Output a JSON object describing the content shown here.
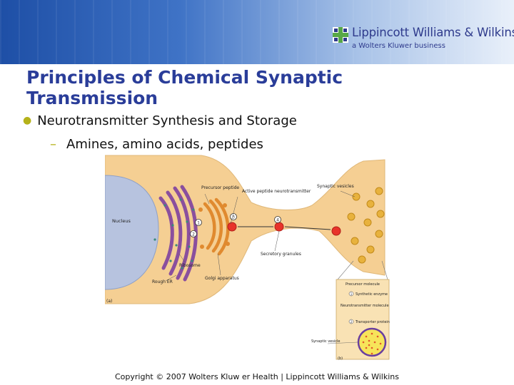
{
  "header": {
    "logo_name": "Lippincott Williams & Wilkins",
    "logo_sub": "a Wolters Kluwer business"
  },
  "slide": {
    "title": "Principles of Chemical Synaptic Transmission",
    "bullet": "Neurotransmitter Synthesis and Storage",
    "sub_bullet": "Amines, amino acids, peptides"
  },
  "figure": {
    "labels": {
      "precursor_peptide": "Precursor peptide",
      "active_peptide": "Active peptide neurotransmitter",
      "synaptic_vesicles": "Synaptic vesicles",
      "nucleus": "Nucleus",
      "ribosome": "Ribosome",
      "rough_er": "Rough ER",
      "golgi": "Golgi apparatus",
      "secretory_granules": "Secretory granules",
      "panel_a": "(a)",
      "panel_b": "(b)",
      "precursor_molecule": "Precursor molecule",
      "synthetic_enzyme": "Synthetic enzyme",
      "neurotransmitter_molecule": "Neurotransmitter molecule",
      "transporter_protein": "Transporter protein",
      "synaptic_vesicle": "Synaptic vesicle",
      "step_1": "1",
      "step_2": "2",
      "step_3": "3",
      "step_4": "4",
      "step_b1": "1",
      "step_b2": "2"
    },
    "colors": {
      "cytoplasm": "#f5cf93",
      "nucleus": "#b7c3df",
      "er": "#8a4f9e",
      "golgi": "#e08a2f",
      "vesicle": "#e8b23d",
      "granule": "#e8332a"
    }
  },
  "footer": {
    "copyright": "Copyright © 2007 Wolters Kluw er Health | Lippincott Williams & Wilkins"
  }
}
